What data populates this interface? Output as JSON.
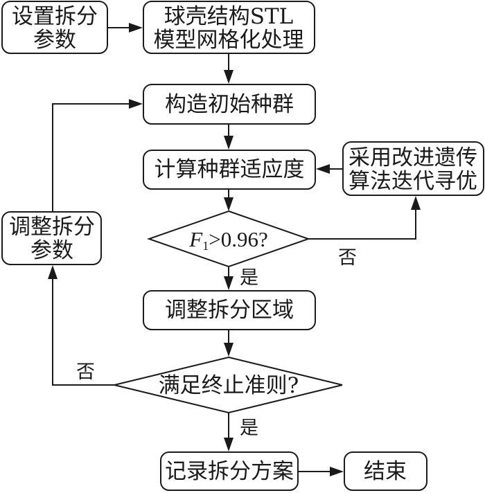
{
  "diagram": {
    "type": "flowchart",
    "nodes": {
      "set_params": {
        "lines": [
          "设置拆分",
          "参数"
        ]
      },
      "mesh": {
        "lines": [
          "球壳结构STL",
          "模型网格化处理"
        ]
      },
      "init_pop": {
        "lines": [
          "构造初始种群"
        ]
      },
      "fitness": {
        "lines": [
          "计算种群适应度"
        ]
      },
      "ga": {
        "lines": [
          "采用改进遗传",
          "算法迭代寻优"
        ]
      },
      "decision_f1": {
        "var": "F",
        "sub": "1",
        "rest": ">0.96?"
      },
      "adjust_params": {
        "lines": [
          "调整拆分",
          "参数"
        ]
      },
      "adjust_region": {
        "lines": [
          "调整拆分区域"
        ]
      },
      "decision_stop": {
        "lines": [
          "满足终止准则?"
        ]
      },
      "record": {
        "lines": [
          "记录拆分方案"
        ]
      },
      "end": {
        "lines": [
          "结束"
        ]
      }
    },
    "edge_labels": {
      "f1_no": "否",
      "f1_yes": "是",
      "stop_no": "否",
      "stop_yes": "是"
    },
    "edges": [
      {
        "from": "set_params",
        "to": "mesh"
      },
      {
        "from": "mesh",
        "to": "init_pop"
      },
      {
        "from": "init_pop",
        "to": "fitness"
      },
      {
        "from": "fitness",
        "to": "decision_f1"
      },
      {
        "from": "decision_f1",
        "to": "ga",
        "label": "否"
      },
      {
        "from": "ga",
        "to": "fitness"
      },
      {
        "from": "decision_f1",
        "to": "adjust_region",
        "label": "是"
      },
      {
        "from": "adjust_region",
        "to": "decision_stop"
      },
      {
        "from": "decision_stop",
        "to": "adjust_params",
        "label": "否"
      },
      {
        "from": "adjust_params",
        "to": "init_pop"
      },
      {
        "from": "decision_stop",
        "to": "record",
        "label": "是"
      },
      {
        "from": "record",
        "to": "end"
      }
    ]
  }
}
